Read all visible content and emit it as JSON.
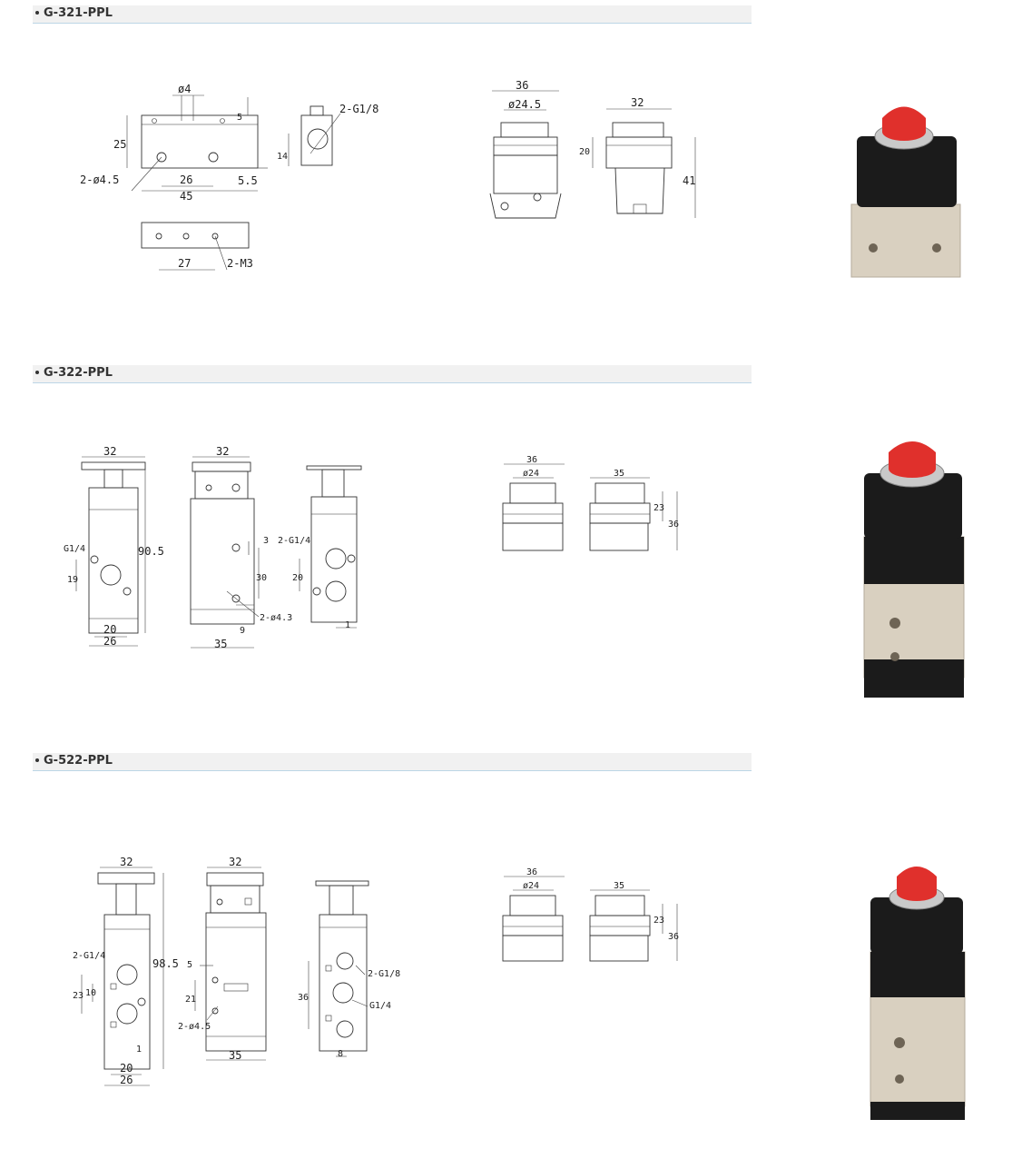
{
  "sections": [
    {
      "title": "G-321-PPL",
      "dims": {
        "d1": "ø4",
        "d2": "5",
        "d3": "25",
        "d4": "2-ø4.5",
        "d5": "26",
        "d6": "45",
        "d7": "5.5",
        "d8": "14",
        "d9": "2-G1/8",
        "d10": "27",
        "d11": "2-M3",
        "d12": "36",
        "d13": "ø24.5",
        "d14": "32",
        "d15": "20",
        "d16": "41"
      }
    },
    {
      "title": "G-322-PPL",
      "dims": {
        "d1": "32",
        "d2": "90.5",
        "d3": "G1/4",
        "d4": "19",
        "d5": "20",
        "d6": "26",
        "d7": "32",
        "d8": "3",
        "d9": "30",
        "d10": "2-ø4.3",
        "d11": "9",
        "d12": "35",
        "d13": "2-G1/4",
        "d14": "20",
        "d15": "1",
        "d16": "36",
        "d17": "ø24",
        "d18": "35",
        "d19": "23",
        "d20": "36"
      }
    },
    {
      "title": "G-522-PPL",
      "dims": {
        "d1": "32",
        "d2": "98.5",
        "d3": "2-G1/4",
        "d4": "23",
        "d5": "10",
        "d6": "1",
        "d7": "20",
        "d8": "26",
        "d9": "32",
        "d10": "5",
        "d11": "21",
        "d12": "2-ø4.5",
        "d13": "35",
        "d14": "2-G1/8",
        "d15": "36",
        "d16": "G1/4",
        "d17": "8",
        "d18": "36",
        "d19": "ø24",
        "d20": "35",
        "d21": "23",
        "d22": "36"
      }
    }
  ],
  "colors": {
    "header_bg": "#f1f1f1",
    "header_line": "#bcd6e6",
    "button_red": "#e0302c",
    "body_black": "#1b1b1b",
    "body_aluminium": "#d9d0c0"
  }
}
